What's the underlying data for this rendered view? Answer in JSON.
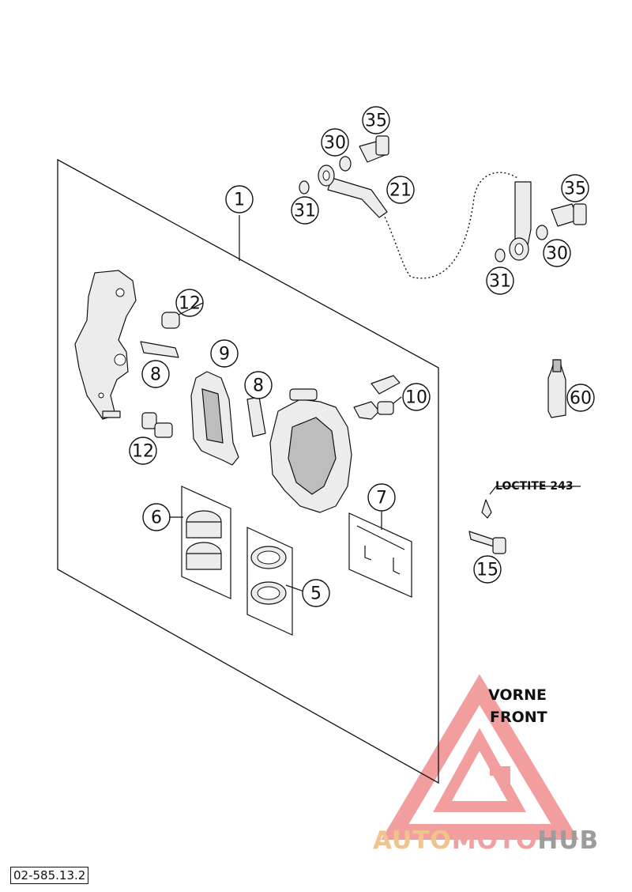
{
  "diagram": {
    "callouts": [
      "1",
      "35",
      "30",
      "21",
      "31",
      "35",
      "30",
      "31",
      "12",
      "9",
      "8",
      "8",
      "10",
      "60",
      "12",
      "6",
      "7",
      "5",
      "15"
    ],
    "loctite_label": "LOCTITE 243",
    "direction_label_line1": "VORNE",
    "direction_label_line2": "FRONT",
    "part_number": "02-585.13.2"
  },
  "watermark": {
    "part1": "AUTO",
    "part2": "MOTO",
    "part3": "HUB",
    "colors": {
      "triangle": "#e85050",
      "orange": "#f2c48d",
      "pink": "#f0a0a0",
      "grey": "#9c9c9c"
    }
  }
}
